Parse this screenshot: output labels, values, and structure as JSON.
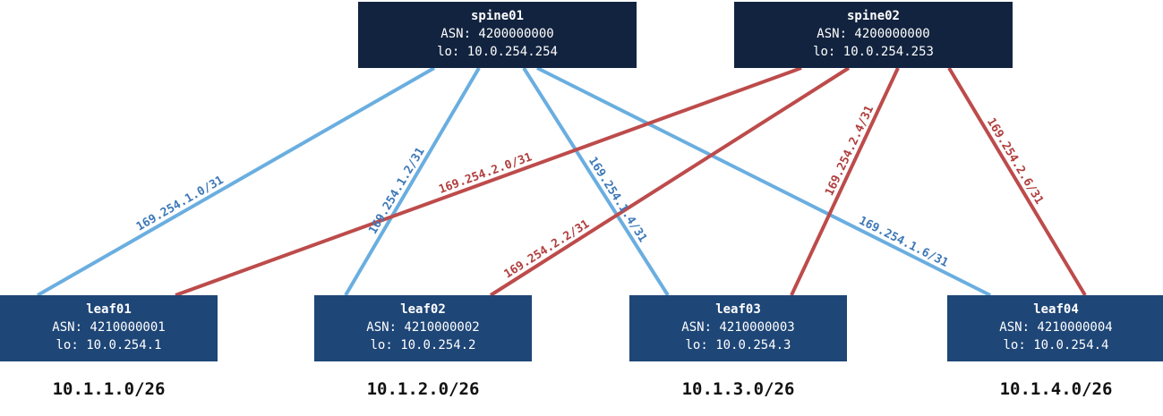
{
  "colors": {
    "spine_bg": "#12233f",
    "leaf_bg": "#1e4677",
    "spine01_link": "#6aaee0",
    "spine02_link": "#bd4b4b"
  },
  "spines": [
    {
      "name": "spine01",
      "asn": "ASN: 4200000000",
      "lo": "lo: 10.0.254.254"
    },
    {
      "name": "spine02",
      "asn": "ASN: 4200000000",
      "lo": "lo: 10.0.254.253"
    }
  ],
  "leaves": [
    {
      "name": "leaf01",
      "asn": "ASN: 4210000001",
      "lo": "lo: 10.0.254.1",
      "subnet": "10.1.1.0/26"
    },
    {
      "name": "leaf02",
      "asn": "ASN: 4210000002",
      "lo": "lo: 10.0.254.2",
      "subnet": "10.1.2.0/26"
    },
    {
      "name": "leaf03",
      "asn": "ASN: 4210000003",
      "lo": "lo: 10.0.254.3",
      "subnet": "10.1.3.0/26"
    },
    {
      "name": "leaf04",
      "asn": "ASN: 4210000004",
      "lo": "lo: 10.0.254.4",
      "subnet": "10.1.4.0/26"
    }
  ],
  "links": [
    {
      "from": "spine01",
      "to": "leaf01",
      "label": "169.254.1.0/31"
    },
    {
      "from": "spine01",
      "to": "leaf02",
      "label": "169.254.1.2/31"
    },
    {
      "from": "spine01",
      "to": "leaf03",
      "label": "169.254.1.4/31"
    },
    {
      "from": "spine01",
      "to": "leaf04",
      "label": "169.254.1.6/31"
    },
    {
      "from": "spine02",
      "to": "leaf01",
      "label": "169.254.2.0/31"
    },
    {
      "from": "spine02",
      "to": "leaf02",
      "label": "169.254.2.2/31"
    },
    {
      "from": "spine02",
      "to": "leaf03",
      "label": "169.254.2.4/31"
    },
    {
      "from": "spine02",
      "to": "leaf04",
      "label": "169.254.2.6/31"
    }
  ]
}
